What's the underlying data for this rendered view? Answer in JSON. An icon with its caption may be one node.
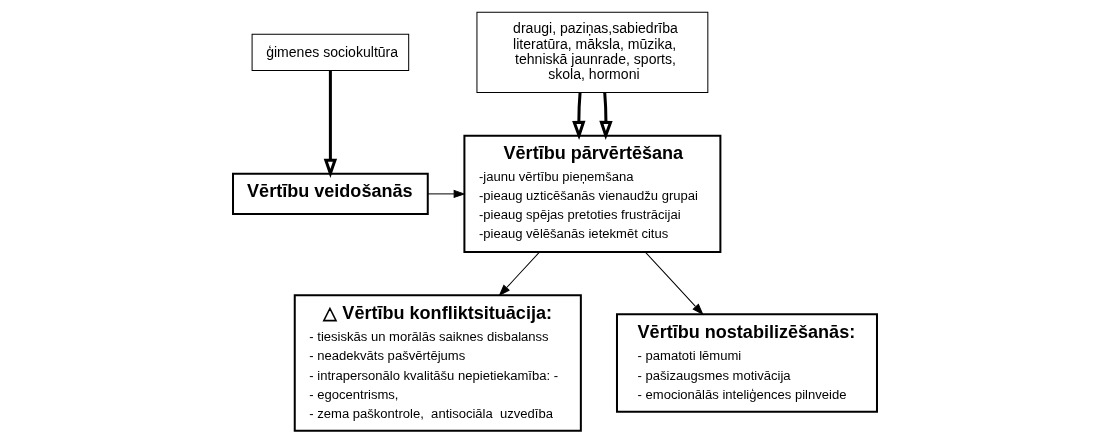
{
  "diagram": {
    "nodes": [
      {
        "text": [
          "ģimenes sociokultūra"
        ]
      },
      {
        "text": [
          "draugi, paziņas,sabiedrība literatūra, māksla, mūzika, tehniskā jaunrade, sports, skola, hormoni"
        ]
      },
      {
        "text": [
          "Vērtību veidošanās"
        ]
      },
      {
        "text": [
          "Vērtību pārvērtēšana",
          "-jaunu vērtību pieņemšana",
          "-pieaug uzticēšanās vienaudžu grupai",
          "-pieaug spējas pretoties frustrācijai",
          "-pieaug vēlēšanās ietekmēt citus"
        ]
      },
      {
        "text": [
          "△ Vērtību konfliktsituācija:",
          "- tiesiskās un morālās saiknes disbalanss",
          "- neadekvāts pašvērtējums",
          "- intrapersonālo kvalitāšu nepietiekamība: -",
          "- egocentrisms,",
          "- zema paškontrole,  antisociāla  uzvedība"
        ]
      },
      {
        "text": [
          "Vērtību nostabilizēšanās:",
          "- pamatoti lēmumi",
          "- pašizaugsmes motivācija",
          "- emocionālās inteliģences pilnveide"
        ]
      }
    ],
    "edges": [
      {
        "from": 0,
        "to": 2,
        "arrow": "to",
        "style": "thick"
      },
      {
        "from": 1,
        "to": 3,
        "arrow": "to",
        "style": "thick"
      },
      {
        "from": 1,
        "to": 3,
        "arrow": "to",
        "style": "thick"
      },
      {
        "from": 2,
        "to": 3,
        "arrow": "to"
      },
      {
        "from": 3,
        "to": 4,
        "arrow": "to"
      },
      {
        "from": 3,
        "to": 5,
        "arrow": "to"
      }
    ]
  }
}
